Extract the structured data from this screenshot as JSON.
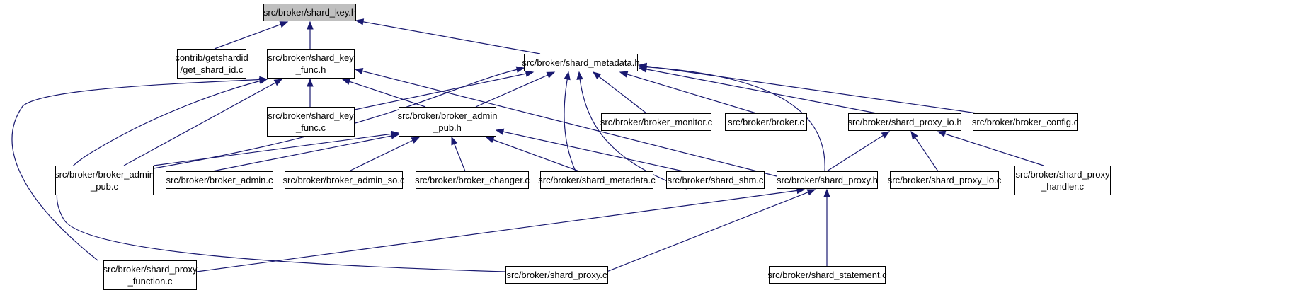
{
  "colors": {
    "edge": "#191970",
    "root_fill": "#bfbfbf",
    "node_fill": "#ffffff",
    "node_border": "#000000"
  },
  "nodes": [
    {
      "id": "n0",
      "label": "src/broker/shard_key.h",
      "root": true
    },
    {
      "id": "n1",
      "label": "contrib/getshardid\n/get_shard_id.c"
    },
    {
      "id": "n2",
      "label": "src/broker/shard_key\n_func.h"
    },
    {
      "id": "n3",
      "label": "src/broker/shard_metadata.h"
    },
    {
      "id": "n4",
      "label": "src/broker/shard_key\n_func.c"
    },
    {
      "id": "n5",
      "label": "src/broker/broker_admin\n_pub.h"
    },
    {
      "id": "n6",
      "label": "src/broker/broker_monitor.c"
    },
    {
      "id": "n7",
      "label": "src/broker/broker.c"
    },
    {
      "id": "n8",
      "label": "src/broker/shard_proxy_io.h"
    },
    {
      "id": "n9",
      "label": "src/broker/broker_config.c"
    },
    {
      "id": "n10",
      "label": "src/broker/broker_admin\n_pub.c"
    },
    {
      "id": "n11",
      "label": "src/broker/broker_admin.c"
    },
    {
      "id": "n12",
      "label": "src/broker/broker_admin_so.c"
    },
    {
      "id": "n13",
      "label": "src/broker/broker_changer.c"
    },
    {
      "id": "n14",
      "label": "src/broker/shard_metadata.c"
    },
    {
      "id": "n15",
      "label": "src/broker/shard_shm.c"
    },
    {
      "id": "n16",
      "label": "src/broker/shard_proxy.h"
    },
    {
      "id": "n17",
      "label": "src/broker/shard_proxy_io.c"
    },
    {
      "id": "n18",
      "label": "src/broker/shard_proxy\n_handler.c"
    },
    {
      "id": "n19",
      "label": "src/broker/shard_proxy\n_function.c"
    },
    {
      "id": "n20",
      "label": "src/broker/shard_proxy.c"
    },
    {
      "id": "n21",
      "label": "src/broker/shard_statement.c"
    }
  ],
  "edges": [
    {
      "from": "n1",
      "to": "n0"
    },
    {
      "from": "n2",
      "to": "n0"
    },
    {
      "from": "n3",
      "to": "n0"
    },
    {
      "from": "n4",
      "to": "n2"
    },
    {
      "from": "n5",
      "to": "n2"
    },
    {
      "from": "n10",
      "to": "n2"
    },
    {
      "from": "n19",
      "to": "n2"
    },
    {
      "from": "n20",
      "to": "n2"
    },
    {
      "from": "n16",
      "to": "n2"
    },
    {
      "from": "n4",
      "to": "n3"
    },
    {
      "from": "n5",
      "to": "n3"
    },
    {
      "from": "n10",
      "to": "n3"
    },
    {
      "from": "n6",
      "to": "n3"
    },
    {
      "from": "n7",
      "to": "n3"
    },
    {
      "from": "n8",
      "to": "n3"
    },
    {
      "from": "n9",
      "to": "n3"
    },
    {
      "from": "n14",
      "to": "n3"
    },
    {
      "from": "n15",
      "to": "n3"
    },
    {
      "from": "n16",
      "to": "n3"
    },
    {
      "from": "n10",
      "to": "n5"
    },
    {
      "from": "n11",
      "to": "n5"
    },
    {
      "from": "n12",
      "to": "n5"
    },
    {
      "from": "n13",
      "to": "n5"
    },
    {
      "from": "n14",
      "to": "n5"
    },
    {
      "from": "n15",
      "to": "n5"
    },
    {
      "from": "n16",
      "to": "n8"
    },
    {
      "from": "n17",
      "to": "n8"
    },
    {
      "from": "n18",
      "to": "n8"
    },
    {
      "from": "n19",
      "to": "n16"
    },
    {
      "from": "n20",
      "to": "n16"
    },
    {
      "from": "n21",
      "to": "n16"
    }
  ]
}
